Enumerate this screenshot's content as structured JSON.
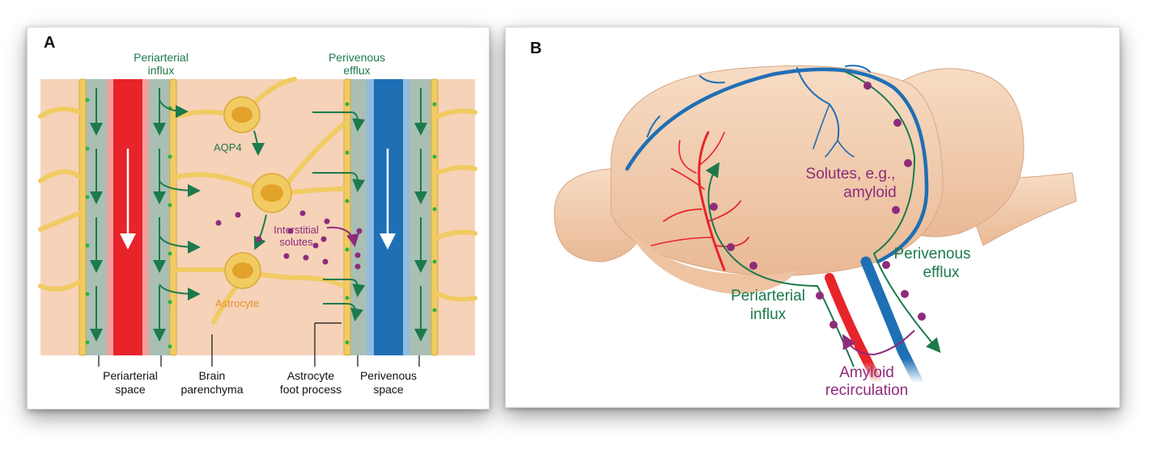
{
  "panel_a": {
    "letter": "A",
    "top_labels": {
      "periarterial_l1": "Periarterial",
      "periarterial_l2": "influx",
      "perivenous_l1": "Perivenous",
      "perivenous_l2": "efflux"
    },
    "inline_labels": {
      "aqp4": "AQP4",
      "astrocyte": "Astrocyte",
      "interstitial_l1": "Interstitial",
      "interstitial_l2": "solutes"
    },
    "bottom_labels": {
      "periarterial_space_l1": "Periarterial",
      "periarterial_space_l2": "space",
      "brain_parenchyma_l1": "Brain",
      "brain_parenchyma_l2": "parenchyma",
      "astro_foot_l1": "Astrocyte",
      "astro_foot_l2": "foot process",
      "perivenous_space_l1": "Perivenous",
      "perivenous_space_l2": "space"
    },
    "colors": {
      "artery": "#e8232a",
      "vein": "#1f6fb5",
      "arrow": "#1c7a4c",
      "parenchyma": "#f6d2b8",
      "astrocyte": "#f1cb62",
      "solute": "#8e2b7c"
    }
  },
  "panel_b": {
    "letter": "B",
    "labels": {
      "solutes_l1": "Solutes, e.g.,",
      "solutes_l2": "amyloid",
      "perivenous_l1": "Perivenous",
      "perivenous_l2": "efflux",
      "periarterial_l1": "Periarterial",
      "periarterial_l2": "influx",
      "amyloid_l1": "Amyloid",
      "amyloid_l2": "recirculation"
    },
    "colors": {
      "brain": "#f2cdb0",
      "artery": "#e8232a",
      "vein": "#1f6fb5",
      "arrow": "#1c7a4c",
      "solute": "#8e2b7c"
    }
  }
}
